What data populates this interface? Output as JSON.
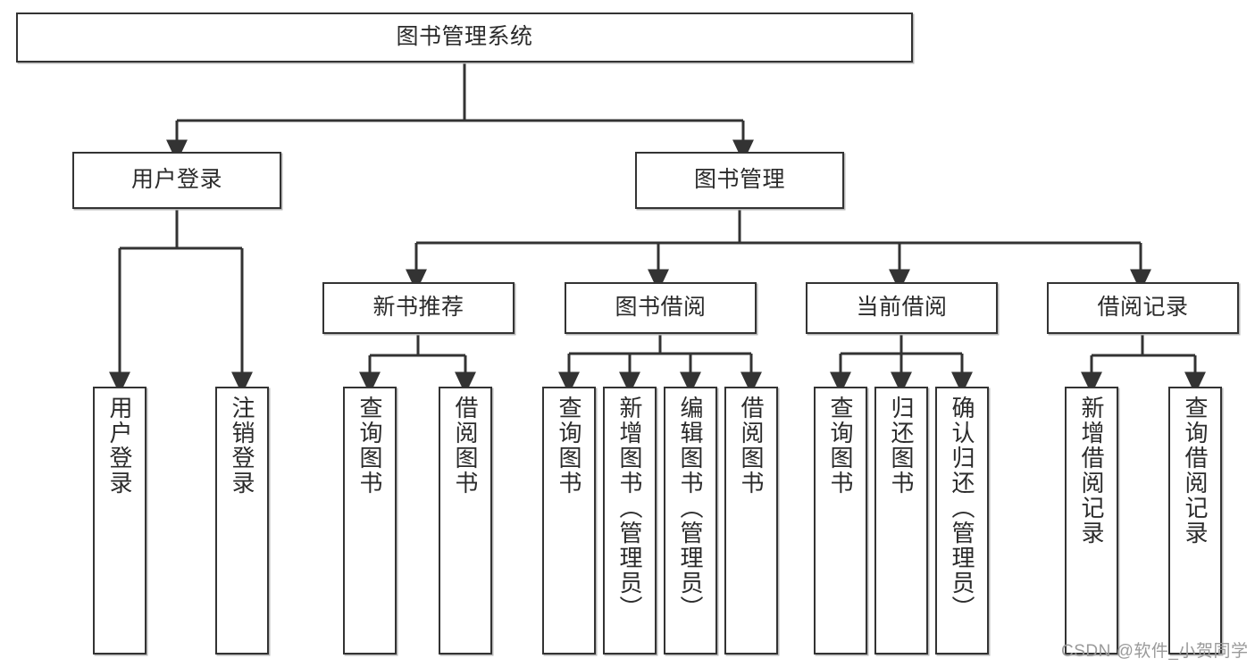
{
  "diagram": {
    "type": "tree-flowchart",
    "title": "图书管理系统",
    "watermark": "CSDN @软件_小贺同学",
    "colors": {
      "box_border": "#333333",
      "box_fill": "#ffffff",
      "connector": "#333333",
      "text": "#2b2b2b",
      "watermark": "#9a9a9a",
      "shadow": "#b8b8b8"
    },
    "nodes": {
      "root": {
        "label": "图书管理系统"
      },
      "level2": [
        {
          "id": "user-login",
          "label": "用户登录"
        },
        {
          "id": "book-manage",
          "label": "图书管理"
        }
      ],
      "level3": [
        {
          "id": "new-book-recommend",
          "label": "新书推荐"
        },
        {
          "id": "book-borrow",
          "label": "图书借阅"
        },
        {
          "id": "current-borrow",
          "label": "当前借阅"
        },
        {
          "id": "borrow-record",
          "label": "借阅记录"
        }
      ],
      "leaves": [
        {
          "id": "leaf-user-login",
          "label": "用户登录",
          "parent": "user-login"
        },
        {
          "id": "leaf-user-logout",
          "label": "注销登录",
          "parent": "user-login"
        },
        {
          "id": "leaf-query-book-1",
          "label": "查询图书",
          "parent": "new-book-recommend"
        },
        {
          "id": "leaf-borrow-book-1",
          "label": "借阅图书",
          "parent": "new-book-recommend"
        },
        {
          "id": "leaf-query-book-2",
          "label": "查询图书",
          "parent": "book-borrow"
        },
        {
          "id": "leaf-add-book",
          "label": "新增图书（管理员）",
          "parent": "book-borrow"
        },
        {
          "id": "leaf-edit-book",
          "label": "编辑图书（管理员）",
          "parent": "book-borrow"
        },
        {
          "id": "leaf-borrow-book-2",
          "label": "借阅图书",
          "parent": "book-borrow"
        },
        {
          "id": "leaf-query-book-3",
          "label": "查询图书",
          "parent": "current-borrow"
        },
        {
          "id": "leaf-return-book",
          "label": "归还图书",
          "parent": "current-borrow"
        },
        {
          "id": "leaf-confirm-return",
          "label": "确认归还（管理员）",
          "parent": "current-borrow"
        },
        {
          "id": "leaf-add-record",
          "label": "新增借阅记录",
          "parent": "borrow-record"
        },
        {
          "id": "leaf-query-record",
          "label": "查询借阅记录",
          "parent": "borrow-record"
        }
      ]
    }
  }
}
